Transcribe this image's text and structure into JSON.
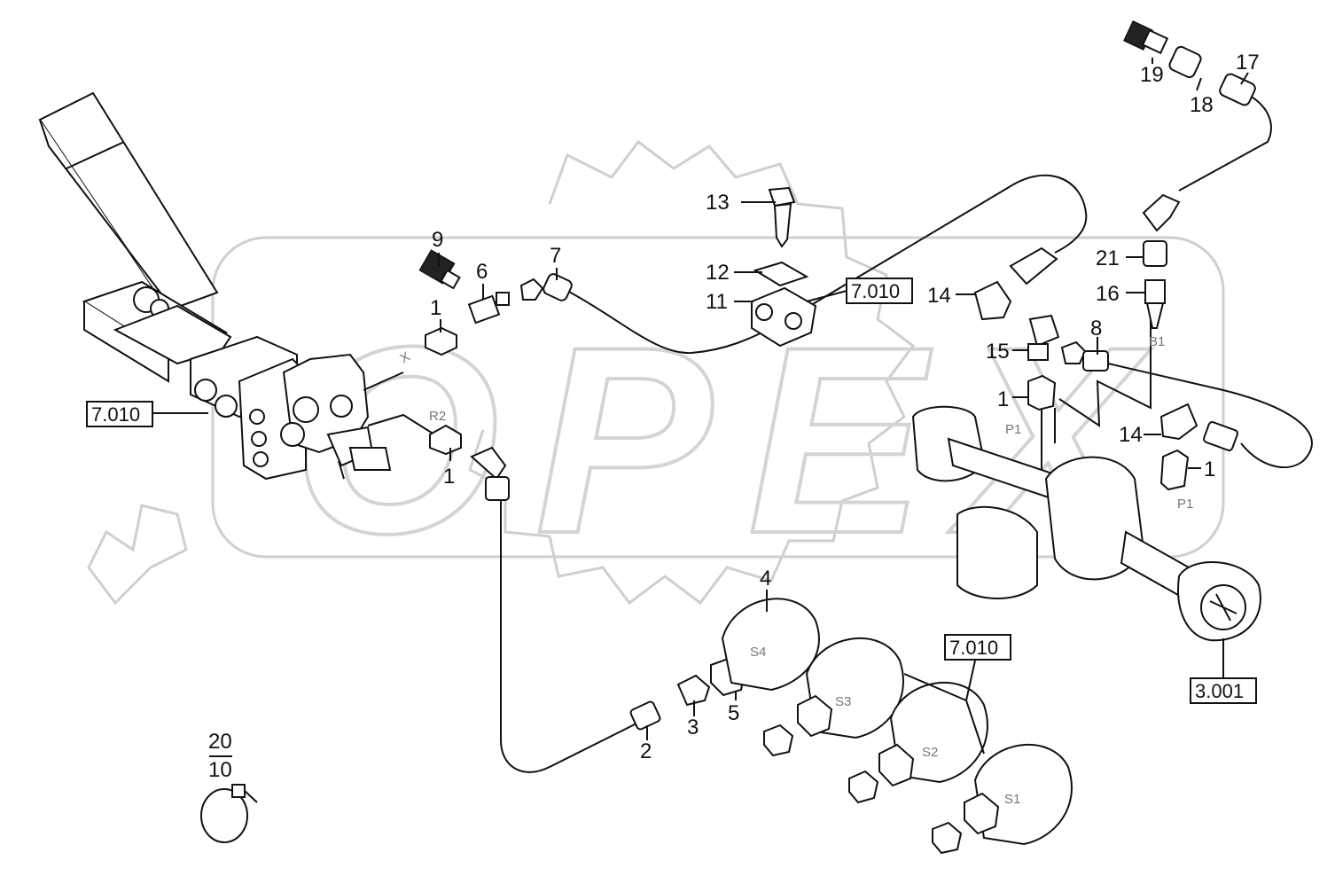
{
  "callouts": {
    "c1a": "1",
    "c1b": "1",
    "c1c": "1",
    "c1d": "1",
    "c2": "2",
    "c3": "3",
    "c4": "4",
    "c5": "5",
    "c6": "6",
    "c7": "7",
    "c8": "8",
    "c9": "9",
    "c11": "11",
    "c12": "12",
    "c13": "13",
    "c14a": "14",
    "c14b": "14",
    "c15": "15",
    "c16": "16",
    "c17": "17",
    "c18": "18",
    "c19": "19",
    "c21": "21",
    "c20": "20",
    "c10": "10"
  },
  "refs": {
    "r7010a": "7.010",
    "r7010b": "7.010",
    "r7010c": "7.010",
    "r3001": "3.001"
  },
  "ports": {
    "x": "X",
    "r2": "R2",
    "b1": "B1",
    "p1a": "P1",
    "p1b": "P1",
    "s1": "S1",
    "s2": "S2",
    "s3": "S3",
    "s4": "S4"
  },
  "watermark": "OPEX",
  "icons": [
    "watermark-gear-icon",
    "clamp-ring-icon"
  ]
}
